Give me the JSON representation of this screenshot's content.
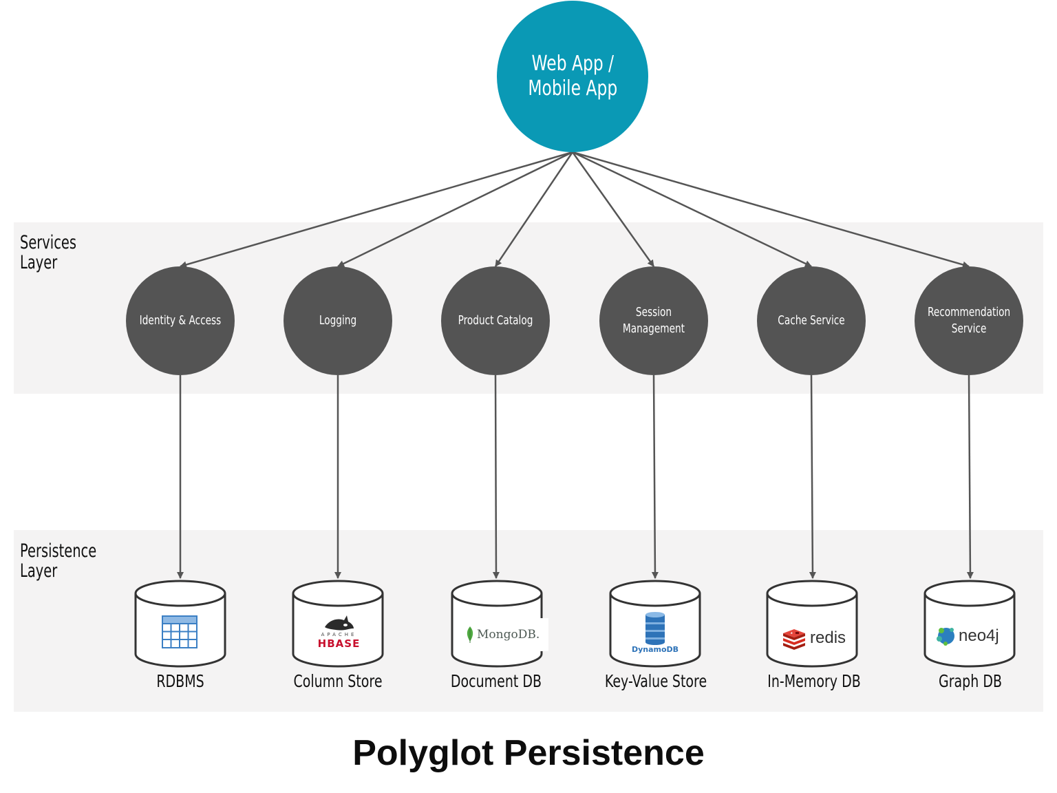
{
  "app": {
    "line1": "Web App /",
    "line2": "Mobile App"
  },
  "layers": {
    "services": {
      "line1": "Services",
      "line2": "Layer"
    },
    "persistence": {
      "line1": "Persistence",
      "line2": "Layer"
    }
  },
  "services": [
    {
      "line1": "Identity & Access",
      "line2": ""
    },
    {
      "line1": "Logging",
      "line2": ""
    },
    {
      "line1": "Product Catalog",
      "line2": ""
    },
    {
      "line1": "Session",
      "line2": "Management"
    },
    {
      "line1": "Cache Service",
      "line2": ""
    },
    {
      "line1": "Recommendation",
      "line2": "Service"
    }
  ],
  "stores": [
    {
      "label": "RDBMS",
      "logo": "table-grid-icon"
    },
    {
      "label": "Column Store",
      "logo": "hbase-logo",
      "logo_small": "APACHE",
      "logo_text": "HBASE"
    },
    {
      "label": "Document DB",
      "logo": "mongodb-logo",
      "logo_text": "MongoDB."
    },
    {
      "label": "Key-Value Store",
      "logo": "dynamodb-logo",
      "logo_text": "DynamoDB"
    },
    {
      "label": "In-Memory DB",
      "logo": "redis-logo",
      "logo_text": "redis"
    },
    {
      "label": "Graph DB",
      "logo": "neo4j-logo",
      "logo_text": "neo4j"
    }
  ],
  "title": "Polyglot Persistence",
  "colors": {
    "app": "#0a99b5",
    "service": "#545454",
    "band": "#f4f3f3",
    "connector": "#555555",
    "redis": "#d82c20",
    "hbase": "#c8102e",
    "mongodb": "#4faa41",
    "dynamodb": "#2e73b8"
  }
}
